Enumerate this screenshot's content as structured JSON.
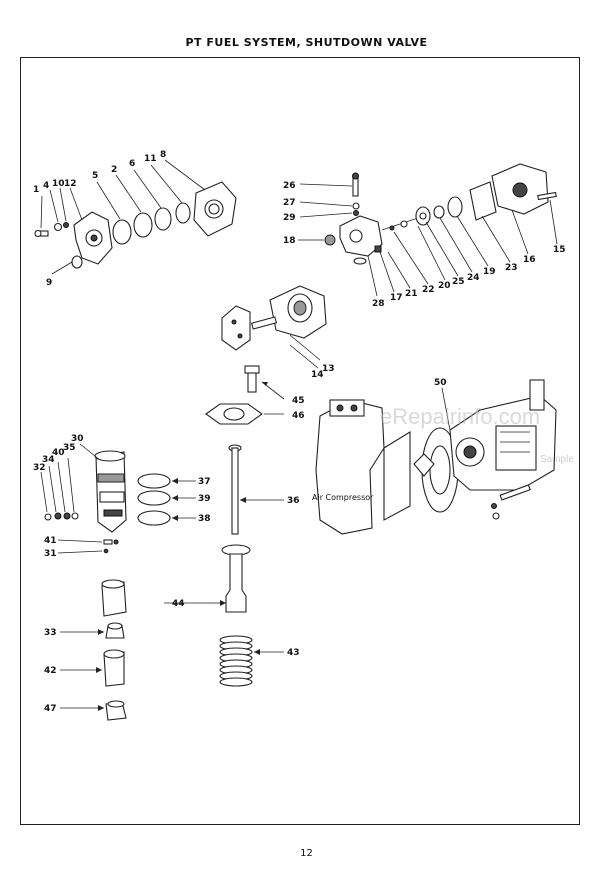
{
  "page": {
    "title": "PT FUEL SYSTEM, SHUTDOWN VALVE",
    "page_number": "12"
  },
  "watermark": {
    "text": "eRepairinfo.com",
    "sub": "Sample"
  },
  "callouts": {
    "c1": "1",
    "c4": "4",
    "c10": "10",
    "c12": "12",
    "c5": "5",
    "c2": "2",
    "c6": "6",
    "c11": "11",
    "c8": "8",
    "c9": "9",
    "c26": "26",
    "c27": "27",
    "c29": "29",
    "c18": "18",
    "c28": "28",
    "c17": "17",
    "c21": "21",
    "c22": "22",
    "c20": "20",
    "c25": "25",
    "c24": "24",
    "c19": "19",
    "c23": "23",
    "c16": "16",
    "c15": "15",
    "c13": "13",
    "c14": "14",
    "c45": "45",
    "c46": "46",
    "c50": "50",
    "c30": "30",
    "c35": "35",
    "c40": "40",
    "c34": "34",
    "c32": "32",
    "c37": "37",
    "c39": "39",
    "c38": "38",
    "c36": "36",
    "c41": "41",
    "c31": "31",
    "c44": "44",
    "c33": "33",
    "c42": "42",
    "c43": "43",
    "c47": "47"
  },
  "diagram_labels": {
    "air_compressor": "Air Compressor"
  }
}
